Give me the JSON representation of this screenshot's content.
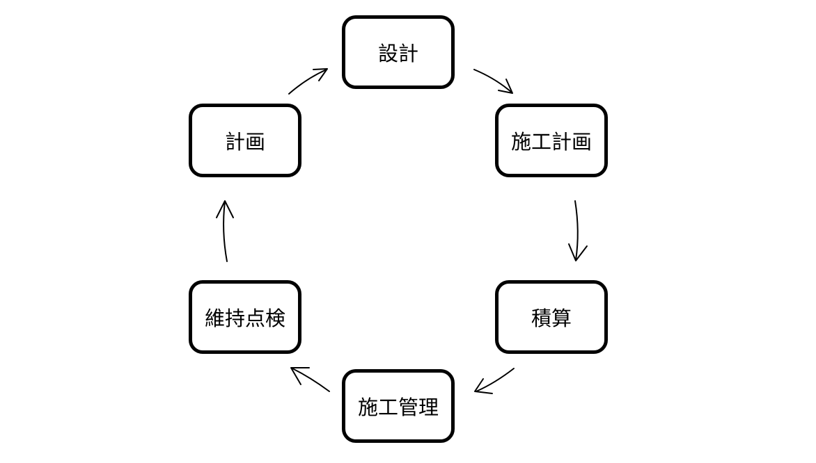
{
  "diagram": {
    "type": "cycle",
    "nodes": [
      {
        "id": "design",
        "label": "設計"
      },
      {
        "id": "construction-planning",
        "label": "施工計画"
      },
      {
        "id": "estimate",
        "label": "積算"
      },
      {
        "id": "construction-management",
        "label": "施工管理"
      },
      {
        "id": "maintenance",
        "label": "維持点検"
      },
      {
        "id": "planning",
        "label": "計画"
      }
    ],
    "edges": [
      {
        "from": "planning",
        "to": "design"
      },
      {
        "from": "design",
        "to": "construction-planning"
      },
      {
        "from": "construction-planning",
        "to": "estimate"
      },
      {
        "from": "estimate",
        "to": "construction-management"
      },
      {
        "from": "construction-management",
        "to": "maintenance"
      },
      {
        "from": "maintenance",
        "to": "planning"
      }
    ]
  }
}
